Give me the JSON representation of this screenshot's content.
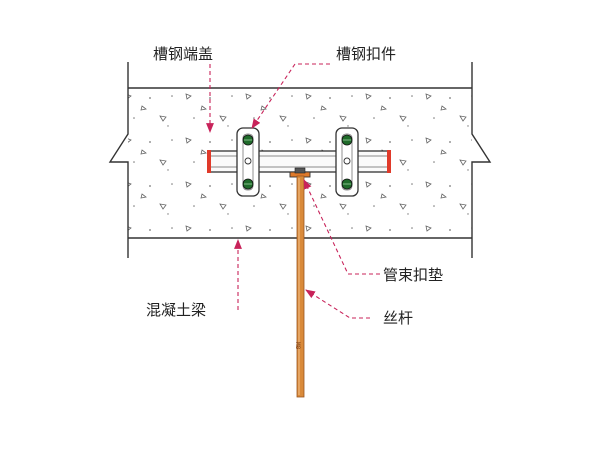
{
  "labels": {
    "channel_end_cap": "槽钢端盖",
    "channel_clamp": "槽钢扣件",
    "pipe_clamp_washer": "管束扣垫",
    "concrete_beam": "混凝土梁",
    "threaded_rod": "丝杆",
    "rod_marking": "M8"
  },
  "colors": {
    "leader": "#c8235a",
    "rod": "#d98a3a",
    "rod_edge": "#9a5520",
    "end_cap": "#e03a2a",
    "bolt_green": "#1f6b2a",
    "outline": "#333333",
    "aggregate": "#555555"
  }
}
